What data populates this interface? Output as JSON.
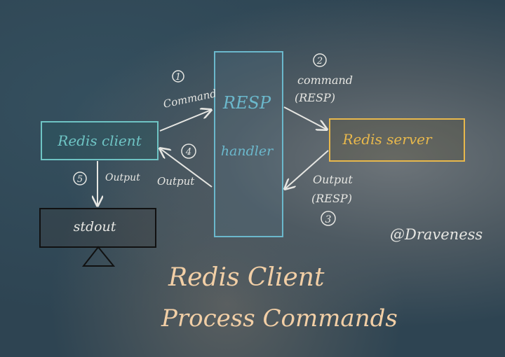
{
  "diagram": {
    "nodes": {
      "client": "Redis client",
      "resp_top": "RESP",
      "resp_bottom": "handler",
      "server": "Redis server",
      "stdout": "stdout"
    },
    "edges": [
      {
        "step": "1",
        "label": "Command"
      },
      {
        "step": "2",
        "label": "command",
        "sub": "(RESP)"
      },
      {
        "step": "3",
        "label": "Output",
        "sub": "(RESP)"
      },
      {
        "step": "4",
        "label": "Output"
      },
      {
        "step": "5",
        "label": "Output"
      }
    ],
    "signature": "@Draveness",
    "title_line1": "Redis Client",
    "title_line2": "Process Commands"
  },
  "colors": {
    "client": "#6ec4c4",
    "resp": "#6bb8cc",
    "server": "#e8b84c",
    "ink": "#e6e6e2",
    "title": "#f2cfa6",
    "stdout": "#111111"
  }
}
